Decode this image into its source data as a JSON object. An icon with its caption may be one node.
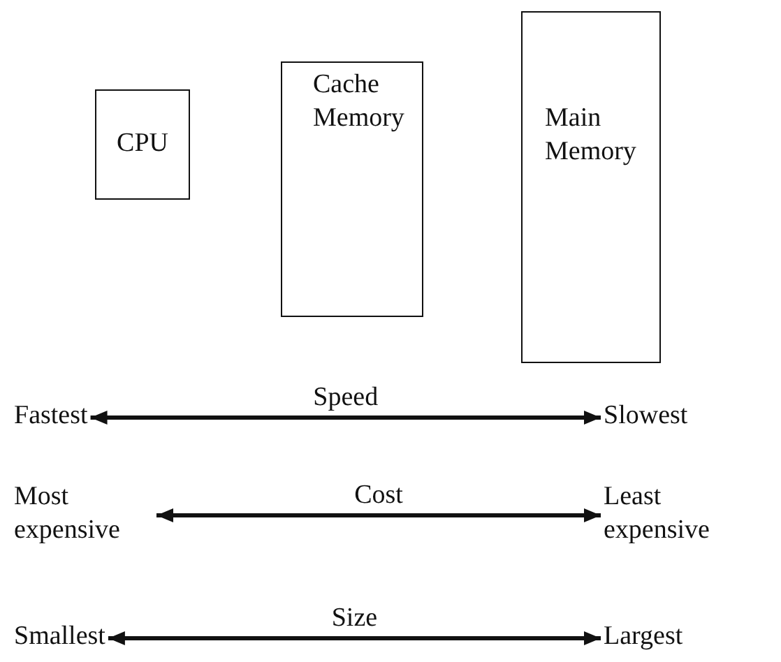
{
  "diagram": {
    "nodes": [
      {
        "text": [
          "CPU"
        ]
      },
      {
        "text": [
          "Cache Memory"
        ]
      },
      {
        "text": [
          "Main Memory"
        ]
      },
      {
        "text": [
          "Fastest"
        ]
      },
      {
        "text": [
          "Slowest"
        ]
      },
      {
        "text": [
          "Most expensive"
        ]
      },
      {
        "text": [
          "Least expensive"
        ]
      },
      {
        "text": [
          "Smallest"
        ]
      },
      {
        "text": [
          "Largest"
        ]
      }
    ],
    "edges": [
      {
        "from": 3,
        "to": 4,
        "arrow": "both",
        "label": "Speed"
      },
      {
        "from": 5,
        "to": 6,
        "arrow": "both",
        "label": "Cost"
      },
      {
        "from": 7,
        "to": 8,
        "arrow": "both",
        "label": "Size"
      }
    ]
  }
}
